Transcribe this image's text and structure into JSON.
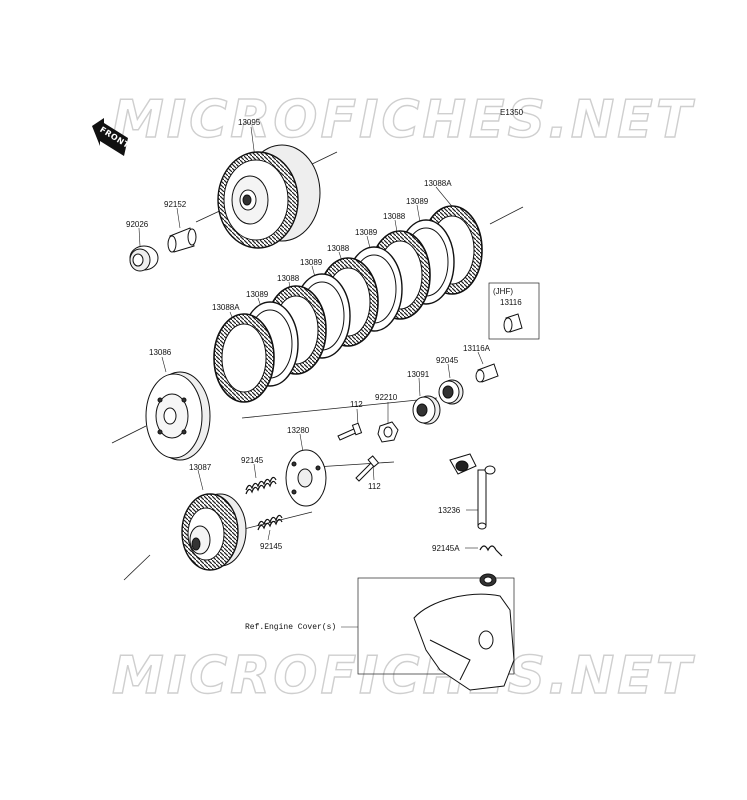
{
  "diagram": {
    "code": "E1350",
    "front_label": "FRONT",
    "watermark": "MICROFICHES.NET",
    "parts": [
      {
        "id": "p13095",
        "label": "13095"
      },
      {
        "id": "p92152",
        "label": "92152"
      },
      {
        "id": "p92026",
        "label": "92026"
      },
      {
        "id": "p13088A_top",
        "label": "13088A"
      },
      {
        "id": "p13089_a",
        "label": "13089"
      },
      {
        "id": "p13088_a",
        "label": "13088"
      },
      {
        "id": "p13089_b",
        "label": "13089"
      },
      {
        "id": "p13088_b",
        "label": "13088"
      },
      {
        "id": "p13089_c",
        "label": "13089"
      },
      {
        "id": "p13088_c",
        "label": "13088"
      },
      {
        "id": "p13089_d",
        "label": "13089"
      },
      {
        "id": "p13088A_bot",
        "label": "13088A"
      },
      {
        "id": "jhf",
        "label": "(JHF)"
      },
      {
        "id": "p13116",
        "label": "13116"
      },
      {
        "id": "p13116A",
        "label": "13116A"
      },
      {
        "id": "p92045",
        "label": "92045"
      },
      {
        "id": "p13091",
        "label": "13091"
      },
      {
        "id": "p92210",
        "label": "92210"
      },
      {
        "id": "p112_a",
        "label": "112"
      },
      {
        "id": "p112_b",
        "label": "112"
      },
      {
        "id": "p13086",
        "label": "13086"
      },
      {
        "id": "p13280",
        "label": "13280"
      },
      {
        "id": "p92145_a",
        "label": "92145"
      },
      {
        "id": "p92145_b",
        "label": "92145"
      },
      {
        "id": "p13087",
        "label": "13087"
      },
      {
        "id": "p13236",
        "label": "13236"
      },
      {
        "id": "p92145A",
        "label": "92145A"
      },
      {
        "id": "ref_cover",
        "label": "Ref.Engine Cover(s)"
      }
    ]
  }
}
